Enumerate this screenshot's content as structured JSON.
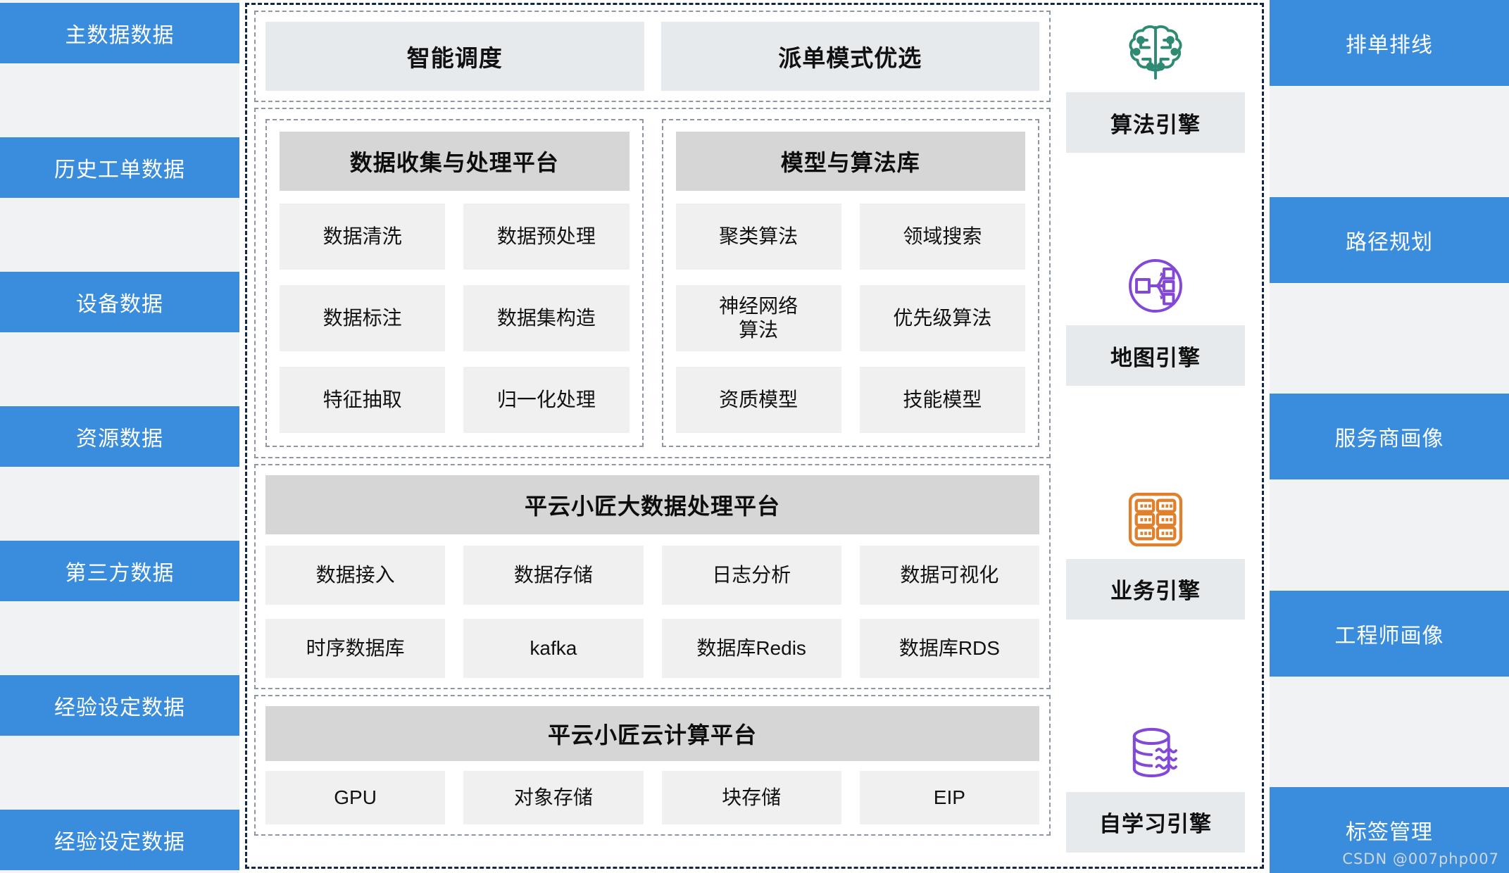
{
  "left_rail": {
    "items": [
      {
        "label": "主数据数据"
      },
      {
        "label": "历史工单数据"
      },
      {
        "label": "设备数据"
      },
      {
        "label": "资源数据"
      },
      {
        "label": "第三方数据"
      },
      {
        "label": "经验设定数据"
      },
      {
        "label": "经验设定数据"
      }
    ]
  },
  "right_rail": {
    "items": [
      {
        "label": "排单排线"
      },
      {
        "label": "路径规划"
      },
      {
        "label": "服务商画像"
      },
      {
        "label": "工程师画像"
      },
      {
        "label": "标签管理"
      }
    ]
  },
  "top_strip": {
    "boxes": [
      {
        "label": "智能调度"
      },
      {
        "label": "派单模式优选"
      }
    ]
  },
  "middle": {
    "cards": [
      {
        "title": "数据收集与处理平台",
        "cells": [
          "数据清洗",
          "数据预处理",
          "数据标注",
          "数据集构造",
          "特征抽取",
          "归一化处理"
        ]
      },
      {
        "title": "模型与算法库",
        "cells": [
          "聚类算法",
          "领域搜索",
          "神经网络\n算法",
          "优先级算法",
          "资质模型",
          "技能模型"
        ]
      }
    ]
  },
  "bigdata": {
    "title": "平云小匠大数据处理平台",
    "cells": [
      "数据接入",
      "数据存储",
      "日志分析",
      "数据可视化",
      "时序数据库",
      "kafka",
      "数据库Redis",
      "数据库RDS"
    ]
  },
  "cloud": {
    "title": "平云小匠云计算平台",
    "cells": [
      "GPU",
      "对象存储",
      "块存储",
      "EIP"
    ]
  },
  "engines": {
    "items": [
      {
        "label": "算法引擎",
        "icon": "brain-circuit-icon",
        "color": "#2f8a73"
      },
      {
        "label": "地图引擎",
        "icon": "route-network-icon",
        "color": "#8348d6"
      },
      {
        "label": "业务引擎",
        "icon": "server-rack-icon",
        "color": "#e0802c"
      },
      {
        "label": "自学习引擎",
        "icon": "database-waves-icon",
        "color": "#8348d6"
      }
    ]
  },
  "watermark": {
    "text": "CSDN @007php007"
  },
  "colors": {
    "blue_card": "#3a8ddd",
    "rail_bg": "#f1f2f3",
    "panel_head": "#d6d6d6",
    "cell_bg": "#f0f0f0",
    "top_box_bg": "#e6eaed",
    "outer_border": "#152744",
    "inner_border": "#8d97a8"
  }
}
